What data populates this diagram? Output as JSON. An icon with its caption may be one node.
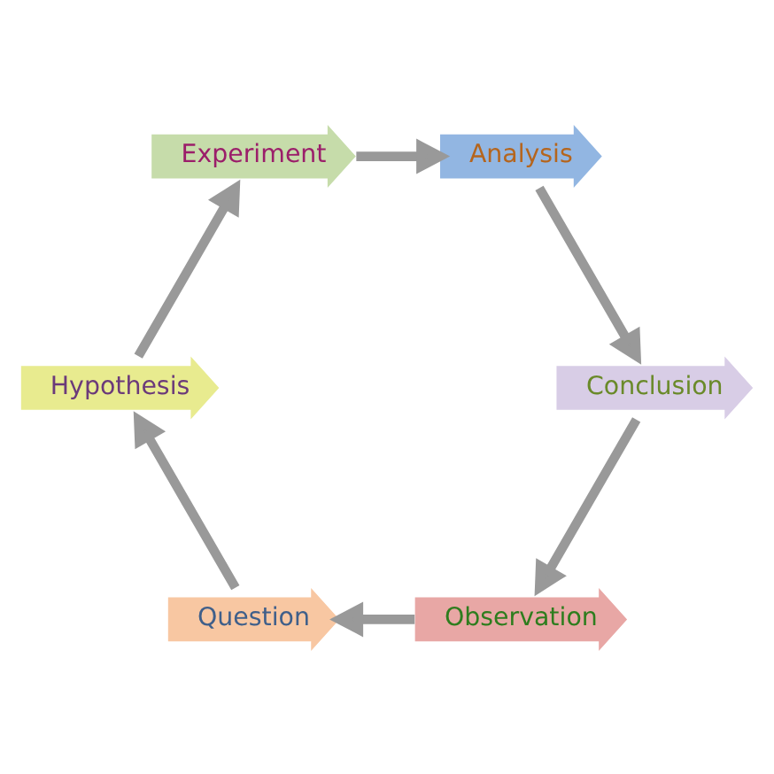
{
  "diagram": {
    "nodes": [
      {
        "text": [
          "Observation"
        ]
      },
      {
        "text": [
          "Question"
        ]
      },
      {
        "text": [
          "Hypothesis"
        ]
      },
      {
        "text": [
          "Experiment"
        ]
      },
      {
        "text": [
          "Analysis"
        ]
      },
      {
        "text": [
          "Conclusion"
        ]
      }
    ],
    "edges": [
      {
        "from": 0,
        "to": 1,
        "arrow": "to"
      },
      {
        "from": 1,
        "to": 2,
        "arrow": "to"
      },
      {
        "from": 2,
        "to": 3,
        "arrow": "to"
      },
      {
        "from": 3,
        "to": 4,
        "arrow": "to"
      },
      {
        "from": 4,
        "to": 5,
        "arrow": "to"
      },
      {
        "from": 5,
        "to": 0,
        "arrow": "to"
      }
    ]
  }
}
